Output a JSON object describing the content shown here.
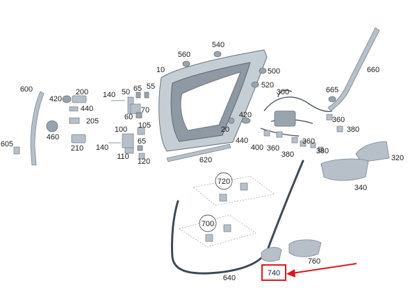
{
  "labels": {
    "p10": "10",
    "p20": "20",
    "p50": "50",
    "p55": "55",
    "p60": "60",
    "p65a": "65",
    "p65b": "65",
    "p70": "70",
    "p100": "100",
    "p105": "105",
    "p110": "110",
    "p120": "120",
    "p140a": "140",
    "p140b": "140",
    "p200": "200",
    "p205": "205",
    "p210": "210",
    "p300": "300",
    "p320": "320",
    "p340": "340",
    "p360a": "360",
    "p360b": "360",
    "p360c": "360",
    "p380a": "380",
    "p380b": "380",
    "p380c": "380",
    "p400": "400",
    "p420a": "420",
    "p420b": "420",
    "p440a": "440",
    "p440b": "440",
    "p460": "460",
    "p500": "500",
    "p520": "520",
    "p540": "540",
    "p560": "560",
    "p600": "600",
    "p605": "605",
    "p620": "620",
    "p640": "640",
    "p660": "660",
    "p665": "665",
    "p700": "700",
    "p720": "720",
    "p740": "740",
    "p760": "760"
  },
  "highlight": {
    "part": "740",
    "color": "#e2141a"
  },
  "colors": {
    "part_fill": "#b7c0c8",
    "seal": "#3f4952",
    "accent": "#e2141a"
  }
}
